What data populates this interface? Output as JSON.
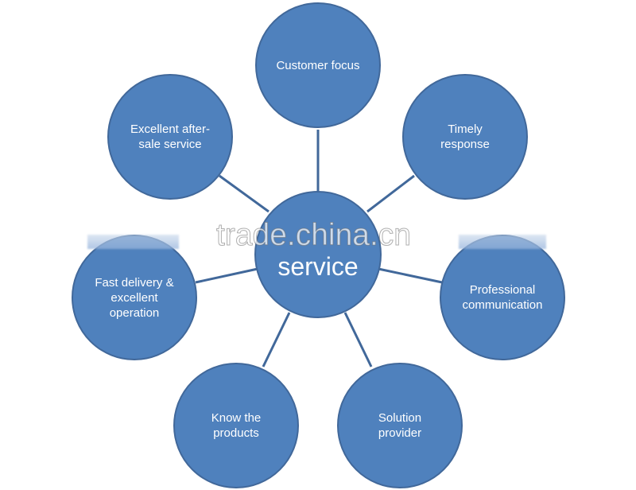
{
  "colors": {
    "node_fill": "#4f81bd",
    "node_border": "#41689a",
    "connector": "#41689a",
    "text": "#ffffff"
  },
  "center": {
    "label": "service"
  },
  "nodes": [
    {
      "label": "Customer focus"
    },
    {
      "label": "Timely\nresponse"
    },
    {
      "label": "Professional\ncommunication"
    },
    {
      "label": "Solution\nprovider"
    },
    {
      "label": "Know the\nproducts"
    },
    {
      "label": "Fast delivery &\nexcellent\noperation"
    },
    {
      "label": "Excellent after-\nsale service"
    }
  ],
  "watermark": "trade.china.cn"
}
